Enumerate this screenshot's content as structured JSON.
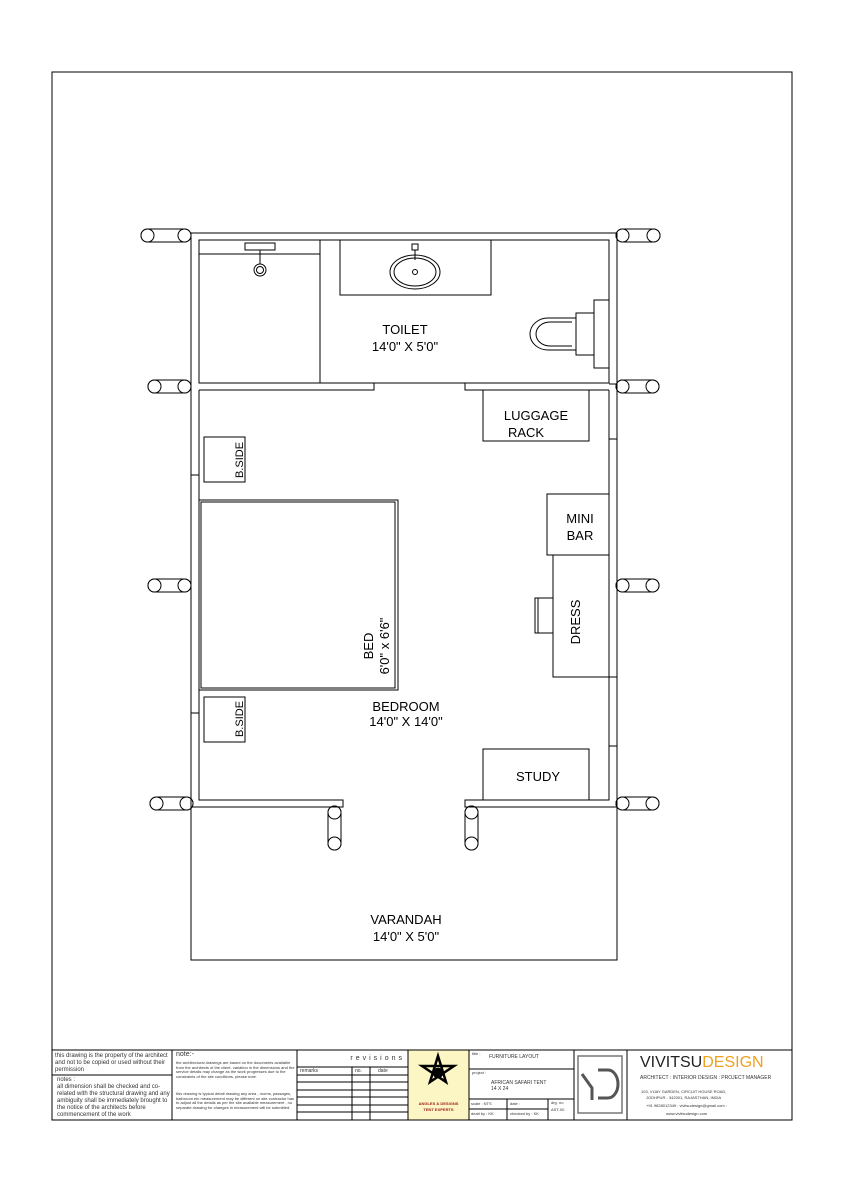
{
  "rooms": {
    "toilet": {
      "name": "TOILET",
      "size": "14'0\" X 5'0\""
    },
    "bedroom": {
      "name": "BEDROOM",
      "size": "14'0\" X 14'0\""
    },
    "varandah": {
      "name": "VARANDAH",
      "size": "14'0\" X 5'0\""
    }
  },
  "furniture": {
    "luggage_1": "LUGGAGE",
    "luggage_2": "RACK",
    "mini_1": "MINI",
    "mini_2": "BAR",
    "dress": "DRESS",
    "bed": "BED",
    "bed_size": "6'0\" x 6'6\"",
    "bside": "B.SIDE",
    "study": "STUDY"
  },
  "title_block": {
    "property_note": "this drawing is the property of the architect and not to be copied or used without their permission",
    "notes_label": "notes :",
    "notes_text": "all dimension shall be checked and co-related with the structural drawing and any ambiguity shall be immediately brought to the notice of the architects before commencement of the work",
    "note_label": "note:-",
    "note_text_1": "the architectural drawings are based on the documents available from the architects of the client. variation in the dimensions and the service details may change as the work progresses due to the constraints of the site conditions. please note.",
    "note_text_2": "this drawing is typical detail drawing any area , rooms, passages, bathroom etc measurement may be different on site contractor has to adjust all the details as per the site available measurement , no separate drawing for changes in measurement will be submitted.",
    "revisions": "revisions",
    "rev_cols": [
      "remarks",
      "no.",
      "date"
    ],
    "logo_text_1": "ANGLES & DESIGNS",
    "logo_text_2": "TENT EXPERTS",
    "title_label": "title :",
    "title": "FURNITURE LAYOUT",
    "project_label": "project :",
    "project_1": "AFRICAN SAFARI TENT",
    "project_2": "14 X 24",
    "scale": "scale : NTS",
    "date": "date :",
    "drg_no_label": "drg. no",
    "drg_no": "AST-00",
    "dealt_by": "dealt by : KK",
    "checked_by": "checked by : KK",
    "firm_1": "VIVITSU",
    "firm_2": "DESIGN",
    "firm_tag": "ARCHITECT : INTERIOR DESIGN : PROJECT MANAGER",
    "addr_1": "103, VIJAY GARDEN, CIRCUIT HOUSE ROAD,",
    "addr_2": "JODHPUR - 342001, RAJASTHAN, INDIA",
    "contact": "+91 9828012349 : vivitsudesign@gmail.com :",
    "web": "www.vivitsudesign.com",
    "accent": "#f0a020",
    "logo_bg": "#fbf6c4"
  }
}
